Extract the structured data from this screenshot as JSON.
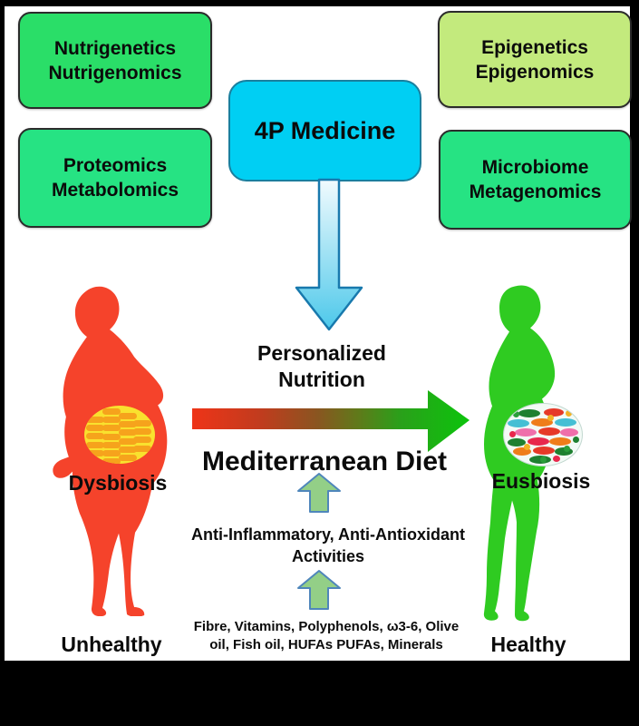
{
  "boxes": {
    "nutrigenetics": {
      "lines": [
        "Nutrigenetics",
        "Nutrigenomics"
      ],
      "bg": "#2ade68"
    },
    "proteomics": {
      "lines": [
        "Proteomics",
        "Metabolomics"
      ],
      "bg": "#26e383"
    },
    "epigenetics": {
      "lines": [
        "Epigenetics",
        "Epigenomics"
      ],
      "bg": "#c3ea7d"
    },
    "microbiome": {
      "lines": [
        "Microbiome",
        "Metagenomics"
      ],
      "bg": "#26e383"
    },
    "medicine": {
      "label": "4P Medicine",
      "bg": "#00cff3"
    }
  },
  "center": {
    "personalized_line1": "Personalized",
    "personalized_line2": "Nutrition",
    "diet_label": "Mediterranean Diet",
    "anti_line1": "Anti-Inflammatory,  Anti-Antioxidant",
    "anti_line2": "Activities",
    "nutrients_line1": "Fibre, Vitamins, Polyphenols, ω3-6, Olive",
    "nutrients_line2": "oil, Fish oil, HUFAs PUFAs, Minerals"
  },
  "left_figure": {
    "state_label": "Dysbiosis",
    "status_label": "Unhealthy",
    "silhouette_color": "#f5432b",
    "gut_bg": "#f9e12e",
    "gut_microbe_color": "#f6a31c"
  },
  "right_figure": {
    "state_label": "Eusbiosis",
    "status_label": "Healthy",
    "silhouette_color": "#2fcb21",
    "gut_bg": "#f3faf6",
    "gut_microbe_colors": [
      "#1e8030",
      "#e63928",
      "#ef7d1a",
      "#ef6fab",
      "#45bfd4",
      "#e8274c",
      "#f3b224",
      "#2a9e3a"
    ]
  },
  "arrows": {
    "down_arrow_top": "#f2fbfe",
    "down_arrow_bottom": "#4cc8ea",
    "down_arrow_stroke": "#1879ad",
    "diet_arrow_start": "#ee3418",
    "diet_arrow_mid": "#8a5520",
    "diet_arrow_end": "#0cc40c",
    "up_arrow_fill": "#93cf87",
    "up_arrow_stroke": "#4f86bb"
  }
}
